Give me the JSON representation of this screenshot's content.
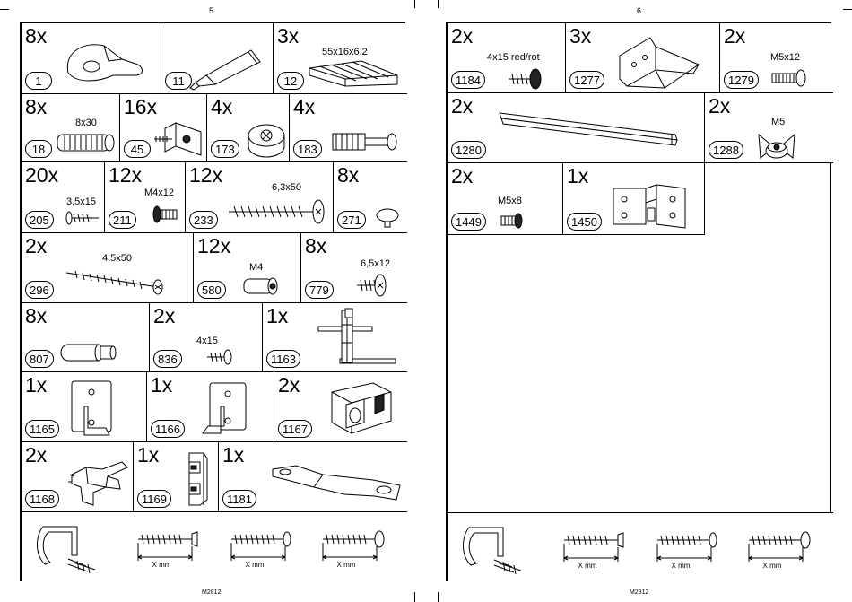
{
  "left_page": {
    "page_number": "5.",
    "footer_code": "M2812",
    "parts": [
      {
        "qty": "8x",
        "code": "1",
        "size": "",
        "icon": "cam-lock-housing-icon"
      },
      {
        "qty": "",
        "code": "11",
        "size": "",
        "icon": "glue-tube-icon"
      },
      {
        "qty": "3x",
        "code": "12",
        "size": "55x16x6,2",
        "icon": "wedge-shims-icon"
      },
      {
        "qty": "8x",
        "code": "18",
        "size": "8x30",
        "icon": "wooden-dowel-icon"
      },
      {
        "qty": "16x",
        "code": "45",
        "size": "",
        "icon": "angle-connector-icon"
      },
      {
        "qty": "4x",
        "code": "173",
        "size": "",
        "icon": "cam-lock-icon"
      },
      {
        "qty": "4x",
        "code": "183",
        "size": "",
        "icon": "cam-bolt-icon"
      },
      {
        "qty": "20x",
        "code": "205",
        "size": "3,5x15",
        "icon": "wood-screw-icon"
      },
      {
        "qty": "12x",
        "code": "211",
        "size": "M4x12",
        "icon": "machine-screw-icon"
      },
      {
        "qty": "12x",
        "code": "233",
        "size": "6,3x50",
        "icon": "long-screw-icon"
      },
      {
        "qty": "8x",
        "code": "271",
        "size": "",
        "icon": "cover-cap-icon"
      },
      {
        "qty": "2x",
        "code": "296",
        "size": "4,5x50",
        "icon": "long-wood-screw-icon"
      },
      {
        "qty": "12x",
        "code": "580",
        "size": "M4",
        "icon": "threaded-insert-icon"
      },
      {
        "qty": "8x",
        "code": "779",
        "size": "6,5x12",
        "icon": "short-screw-icon"
      },
      {
        "qty": "8x",
        "code": "807",
        "size": "",
        "icon": "plastic-dowel-icon"
      },
      {
        "qty": "2x",
        "code": "836",
        "size": "4x15",
        "icon": "small-screw-icon"
      },
      {
        "qty": "1x",
        "code": "1163",
        "size": "",
        "icon": "rail-bracket-icon"
      },
      {
        "qty": "1x",
        "code": "1165",
        "size": "",
        "icon": "hook-plate-icon"
      },
      {
        "qty": "1x",
        "code": "1166",
        "size": "",
        "icon": "hook-plate-icon"
      },
      {
        "qty": "2x",
        "code": "1167",
        "size": "",
        "icon": "plastic-block-icon"
      },
      {
        "qty": "2x",
        "code": "1168",
        "size": "",
        "icon": "clip-fitting-icon"
      },
      {
        "qty": "1x",
        "code": "1169",
        "size": "",
        "icon": "clip-holder-icon"
      },
      {
        "qty": "1x",
        "code": "1181",
        "size": "",
        "icon": "flat-bar-icon"
      }
    ],
    "screw_legend": {
      "measure_labels": [
        "X mm",
        "X mm",
        "X mm"
      ]
    }
  },
  "right_page": {
    "page_number": "6.",
    "footer_code": "M2812",
    "parts": [
      {
        "qty": "2x",
        "code": "1184",
        "size": "4x15 red/rot",
        "icon": "red-screw-icon"
      },
      {
        "qty": "3x",
        "code": "1277",
        "size": "",
        "icon": "angle-bracket-icon"
      },
      {
        "qty": "2x",
        "code": "1279",
        "size": "M5x12",
        "icon": "machine-screw-icon"
      },
      {
        "qty": "2x",
        "code": "1280",
        "size": "",
        "icon": "metal-rail-icon"
      },
      {
        "qty": "2x",
        "code": "1288",
        "size": "M5",
        "icon": "wing-nut-icon"
      },
      {
        "qty": "2x",
        "code": "1449",
        "size": "M5x8",
        "icon": "machine-screw-icon"
      },
      {
        "qty": "1x",
        "code": "1450",
        "size": "",
        "icon": "hinge-bracket-icon"
      }
    ],
    "screw_legend": {
      "measure_labels": [
        "X mm",
        "X mm",
        "X mm"
      ]
    }
  }
}
